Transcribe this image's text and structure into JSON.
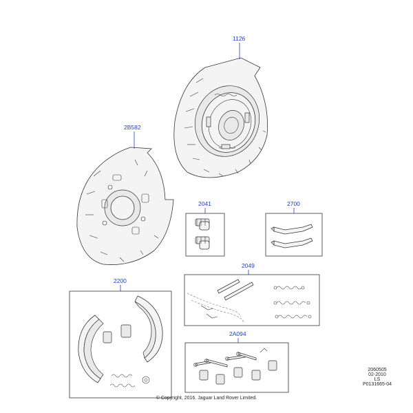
{
  "callouts": {
    "c1126": "1126",
    "c2b582": "2B582",
    "c2041": "2041",
    "c2700": "2700",
    "c2049": "2049",
    "c2200": "2200",
    "c2a094": "2A094"
  },
  "reference": {
    "line1": "2060505",
    "line2": "02-2010",
    "line3": "LS",
    "line4": "P0131665-04"
  },
  "copyright": "© Copyright, 2016. Jaguar Land Rover Limited.",
  "colors": {
    "callout": "#1f3fbf",
    "line": "#333333"
  }
}
